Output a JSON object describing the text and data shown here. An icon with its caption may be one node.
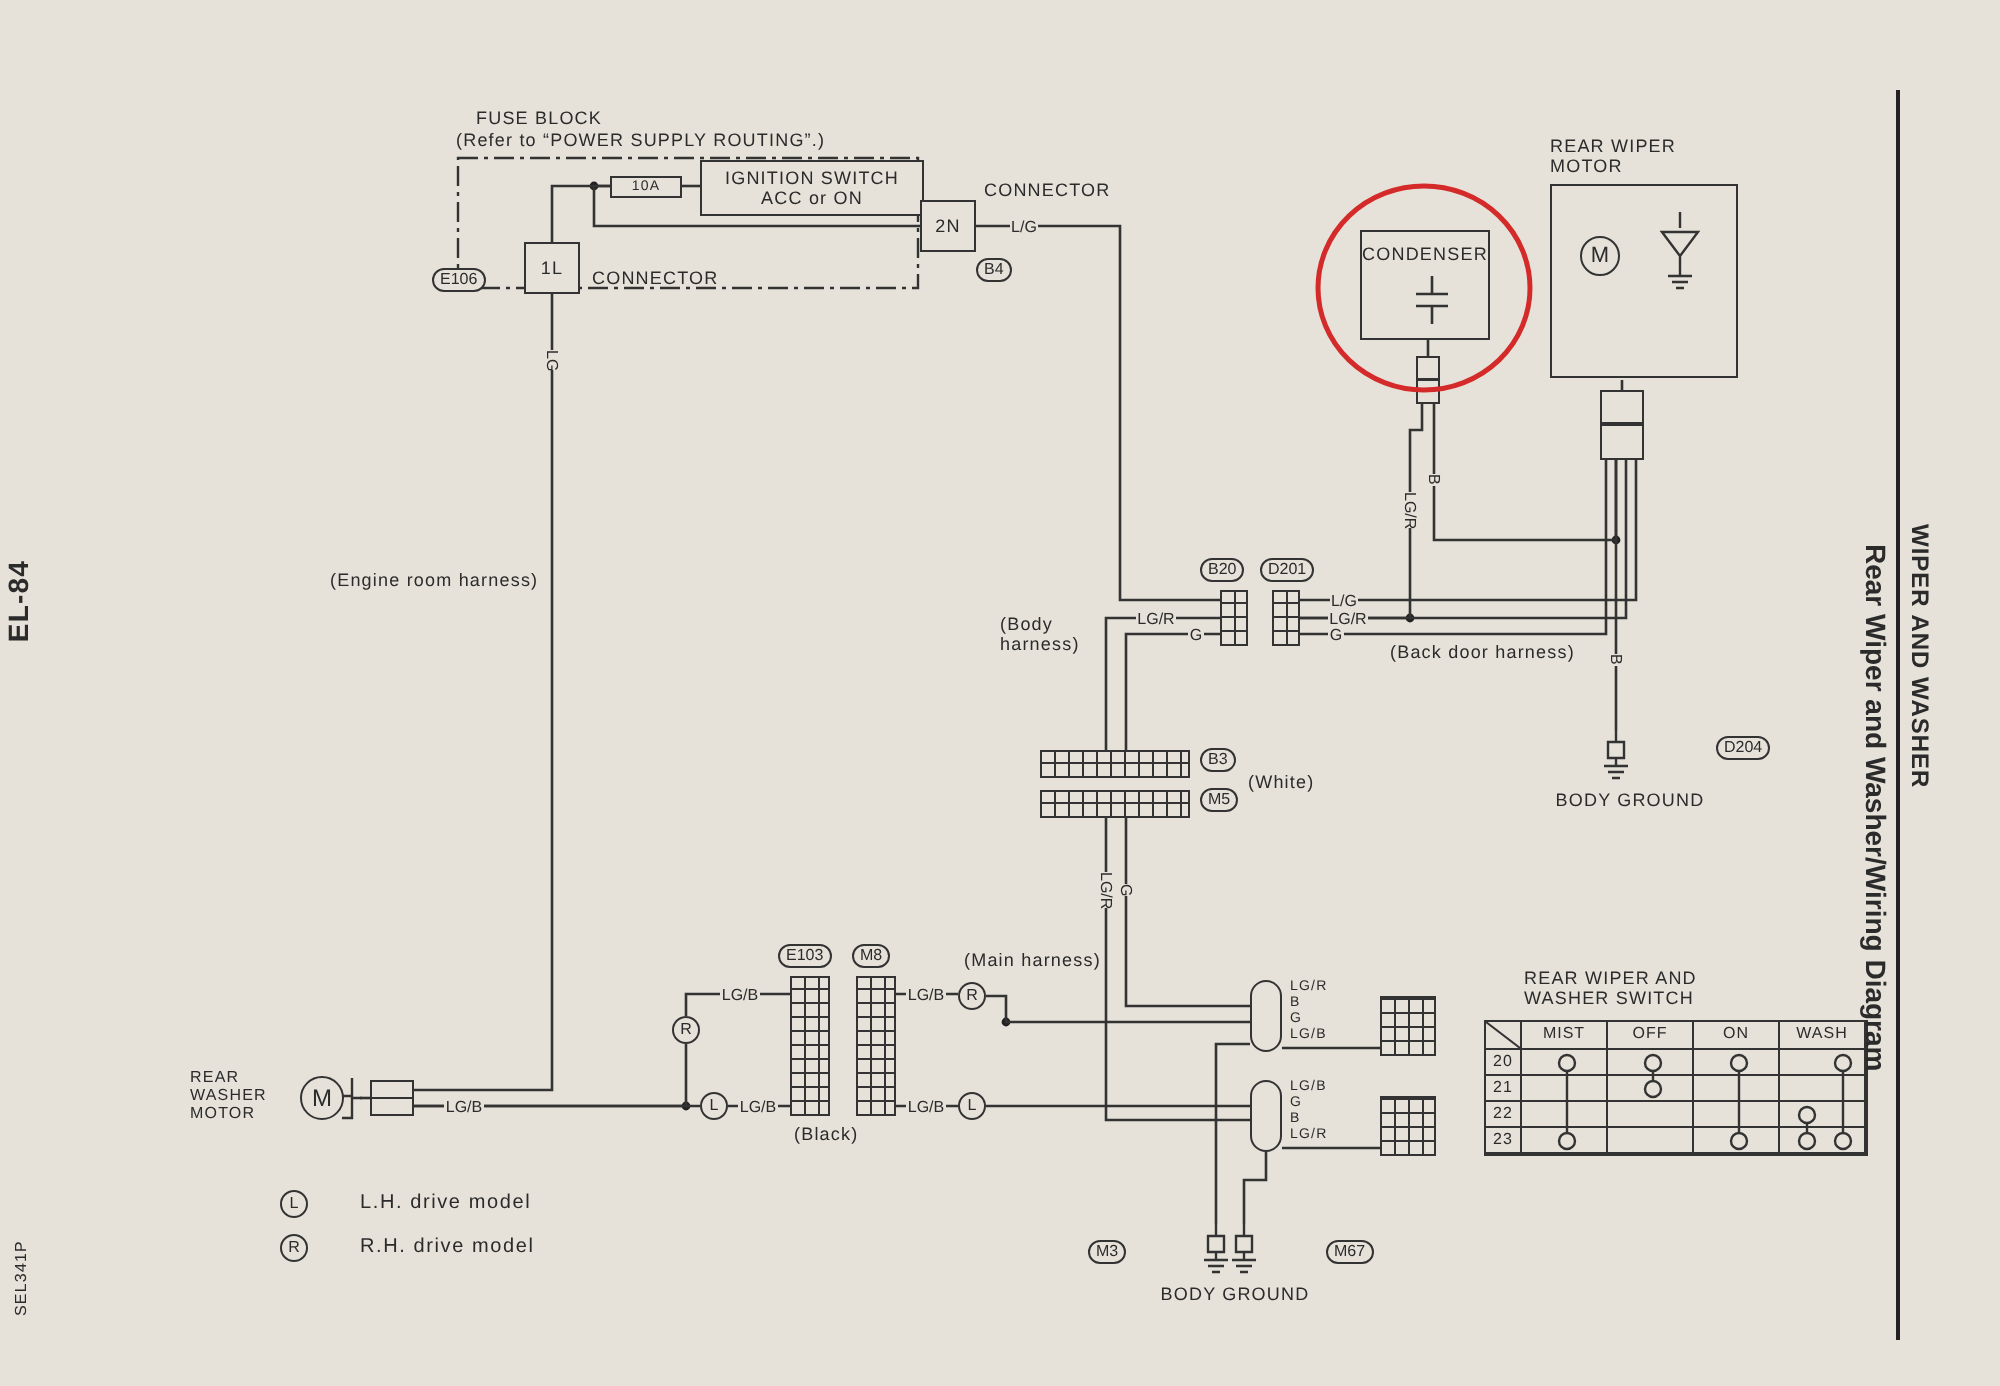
{
  "diagram": {
    "title": "Rear Wiper and Washer/Wiring Diagram",
    "nodes": [
      {
        "text": [
          "FUSE BLOCK",
          "(Refer to “POWER SUPPLY ROUTING”.)"
        ]
      },
      {
        "text": [
          "10A"
        ],
        "in": 0
      },
      {
        "text": [
          "IGNITION SWITCH ACC or ON"
        ],
        "in": 0
      },
      {
        "text": [
          "1L"
        ],
        "beside": [
          "CONNECTOR",
          "E106"
        ]
      },
      {
        "text": [
          "2N"
        ],
        "beside": [
          "CONNECTOR",
          "B4"
        ]
      },
      {
        "text": [
          "CONDENSER"
        ]
      },
      {
        "text": [
          "REAR WIPER MOTOR",
          "M"
        ]
      },
      {
        "text": [],
        "shape": "box"
      },
      {
        "text": [],
        "shape": "box"
      },
      {
        "text": [],
        "shape": "box",
        "beside": [
          "B20"
        ]
      },
      {
        "text": [],
        "shape": "box",
        "beside": [
          "D201"
        ]
      },
      {
        "text": [],
        "shape": "box",
        "beside": [
          "B3"
        ]
      },
      {
        "text": [],
        "shape": "box",
        "beside": [
          "M5"
        ]
      },
      {
        "text": [
          "BODY GROUND"
        ],
        "beside": [
          "D204"
        ]
      },
      {
        "text": [],
        "shape": "box",
        "beside": [
          "E103"
        ]
      },
      {
        "text": [],
        "shape": "box",
        "beside": [
          "M8"
        ]
      },
      {
        "text": [
          "REAR WASHER MOTOR",
          "M"
        ]
      },
      {
        "text": [],
        "shape": "box"
      },
      {
        "text": [
          "R"
        ]
      },
      {
        "text": [
          "L"
        ]
      },
      {
        "text": [
          "R"
        ]
      },
      {
        "text": [
          "L"
        ]
      },
      {
        "text": [],
        "shape": "box",
        "beside": [
          "LG/R",
          "B",
          "G",
          "LG/B"
        ]
      },
      {
        "text": [],
        "shape": "box",
        "beside": [
          "LG/B",
          "G",
          "B",
          "LG/R"
        ]
      },
      {
        "text": [],
        "shape": "box"
      },
      {
        "text": [],
        "shape": "box"
      },
      {
        "text": [
          "BODY GROUND"
        ],
        "beside": [
          "M3",
          "M67"
        ]
      }
    ],
    "edges": [
      {
        "from": 1,
        "to": 2,
        "arrow": "none"
      },
      {
        "from": 1,
        "to": 4,
        "arrow": "none"
      },
      {
        "from": 1,
        "to": 3,
        "arrow": "none"
      },
      {
        "from": 4,
        "to": 9,
        "arrow": "none",
        "label": "L/G"
      },
      {
        "from": 9,
        "to": 11,
        "arrow": "none",
        "label": "LG/R"
      },
      {
        "from": 9,
        "to": 11,
        "arrow": "none",
        "label": "G"
      },
      {
        "from": 10,
        "to": 7,
        "arrow": "none",
        "label": "LG/R"
      },
      {
        "from": 10,
        "to": 8,
        "arrow": "none",
        "label": "L/G"
      },
      {
        "from": 10,
        "to": 8,
        "arrow": "none",
        "label": "LG/R"
      },
      {
        "from": 10,
        "to": 8,
        "arrow": "none",
        "label": "G"
      },
      {
        "from": 7,
        "to": 8,
        "arrow": "none",
        "label": "B"
      },
      {
        "from": 8,
        "to": 13,
        "arrow": "none",
        "label": "B"
      },
      {
        "from": 3,
        "to": 17,
        "arrow": "none",
        "label": "LG"
      },
      {
        "from": 17,
        "to": 19,
        "arrow": "none",
        "label": "LG/B"
      },
      {
        "from": 17,
        "to": 18,
        "arrow": "none"
      },
      {
        "from": 18,
        "to": 14,
        "arrow": "none",
        "label": "LG/B"
      },
      {
        "from": 19,
        "to": 14,
        "arrow": "none",
        "label": "LG/B"
      },
      {
        "from": 15,
        "to": 20,
        "arrow": "none",
        "label": "LG/B"
      },
      {
        "from": 15,
        "to": 21,
        "arrow": "none",
        "label": "LG/B"
      },
      {
        "from": 20,
        "to": 22,
        "arrow": "none"
      },
      {
        "from": 21,
        "to": 23,
        "arrow": "none"
      },
      {
        "from": 12,
        "to": 23,
        "arrow": "none",
        "label": "LG/R"
      },
      {
        "from": 12,
        "to": 22,
        "arrow": "none",
        "label": "G"
      },
      {
        "from": 22,
        "to": 24,
        "arrow": "none"
      },
      {
        "from": 23,
        "to": 25,
        "arrow": "none"
      },
      {
        "from": 22,
        "to": 26,
        "arrow": "none"
      },
      {
        "from": 23,
        "to": 26,
        "arrow": "none"
      },
      {
        "from": 6,
        "to": 8,
        "arrow": "none"
      },
      {
        "from": 5,
        "to": 7,
        "arrow": "none"
      },
      {
        "from": 16,
        "to": 17,
        "arrow": "none"
      }
    ],
    "labels": [
      "WIPER AND WASHER",
      "EL-84",
      "(Engine room harness)",
      "(Body harness)",
      "(Back door harness)",
      "(White)",
      "(Main harness)",
      "(Black)",
      "REAR WIPER AND WASHER SWITCH",
      "MIST",
      "OFF",
      "ON",
      "WASH",
      "20",
      "21",
      "22",
      "23",
      "L",
      "R",
      "SEL341P"
    ],
    "legend": [
      {
        "text": "L.H. drive model"
      },
      {
        "text": "R.H. drive model"
      }
    ]
  }
}
